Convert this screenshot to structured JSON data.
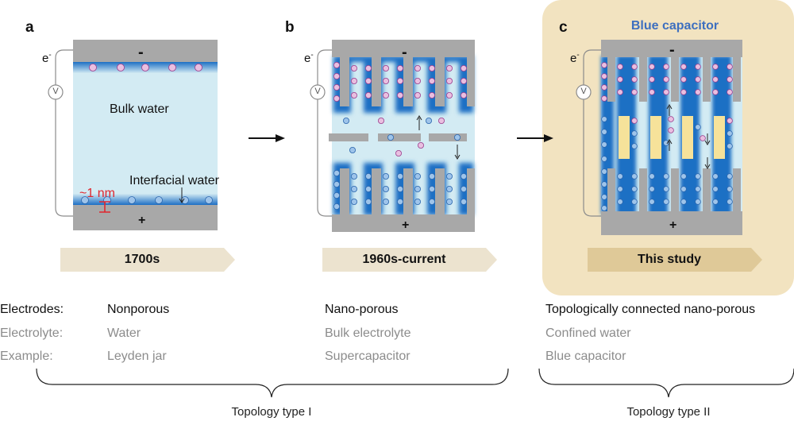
{
  "panels": {
    "a": {
      "letter": "a",
      "bulk_label": "Bulk water",
      "interfacial_label": "Interfacial water",
      "nm_label": "~1 nm",
      "era": "1700s"
    },
    "b": {
      "letter": "b",
      "era": "1960s-current"
    },
    "c": {
      "letter": "c",
      "title": "Blue capacitor",
      "era": "This study"
    }
  },
  "symbols": {
    "electron": "e",
    "electron_sup": "-",
    "voltmeter": "V",
    "minus": "-",
    "plus": "+"
  },
  "row_labels": {
    "electrodes": "Electrodes:",
    "electrolyte": "Electrolyte:",
    "example": "Example:"
  },
  "columns": [
    {
      "electrodes": "Nonporous",
      "electrolyte": "Water",
      "example": "Leyden jar"
    },
    {
      "electrodes": "Nano-porous",
      "electrolyte": "Bulk electrolyte",
      "example": "Supercapacitor"
    },
    {
      "electrodes": "Topologically connected nano-porous",
      "electrolyte": "Confined water",
      "example": "Blue capacitor"
    }
  ],
  "topology": {
    "type1": "Topology type I",
    "type2": "Topology type II"
  },
  "colors": {
    "accent_blue": "#3d6fbf",
    "red": "#e0262e",
    "panel_c_bg": "#f2e3c0",
    "electrode_grey": "#a8a8a8",
    "water_blue": "#1d6fc4",
    "insert_yellow": "#f6e29a"
  }
}
